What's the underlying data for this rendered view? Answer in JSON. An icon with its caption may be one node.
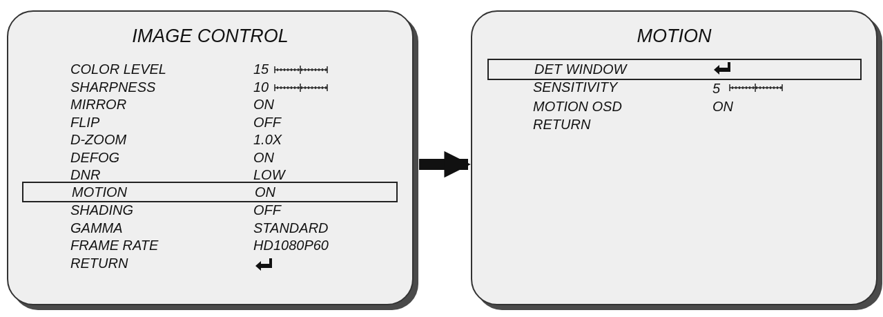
{
  "diagram": {
    "nodes": [
      {
        "text": [
          "IMAGE CONTROL"
        ]
      },
      {
        "text": [
          "MOTION",
          "ON"
        ],
        "in": 0
      },
      {
        "text": [
          "MOTION"
        ]
      },
      {
        "text": [
          "DET WINDOW"
        ],
        "in": 2
      }
    ],
    "edges": [
      {
        "from": 0,
        "to": 2,
        "arrow": "to"
      }
    ],
    "labels": [
      "COLOR LEVEL",
      "15",
      "SHARPNESS",
      "10",
      "MIRROR",
      "ON",
      "FLIP",
      "OFF",
      "D-ZOOM",
      "1.0X",
      "DEFOG",
      "ON",
      "DNR",
      "LOW",
      "SHADING",
      "OFF",
      "GAMMA",
      "STANDARD",
      "FRAME RATE",
      "HD1080P60",
      "RETURN",
      "SENSITIVITY",
      "5",
      "MOTION OSD",
      "ON",
      "RETURN"
    ]
  }
}
